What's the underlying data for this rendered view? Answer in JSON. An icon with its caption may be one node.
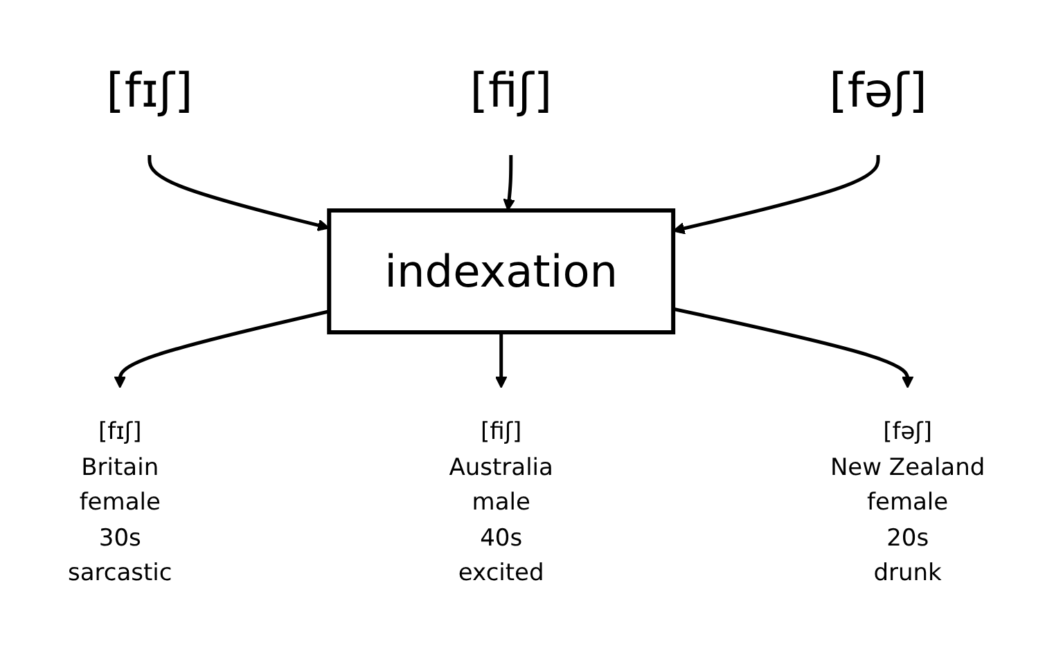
{
  "diagram": {
    "nodes": [
      {
        "text": [
          "[fɪʃ]"
        ]
      },
      {
        "text": [
          "[fiʃ]"
        ]
      },
      {
        "text": [
          "[fəʃ]"
        ]
      },
      {
        "text": [
          "indexation"
        ]
      },
      {
        "text": [
          "[fɪʃ]",
          "Britain",
          "female",
          "30s",
          "sarcastic"
        ]
      },
      {
        "text": [
          "[fiʃ]",
          "Australia",
          "male",
          "40s",
          "excited"
        ]
      },
      {
        "text": [
          "[fəʃ]",
          "New Zealand",
          "female",
          "20s",
          "drunk"
        ]
      }
    ],
    "edges": [
      {
        "from": 0,
        "to": 3,
        "arrow": "to"
      },
      {
        "from": 1,
        "to": 3,
        "arrow": "to"
      },
      {
        "from": 2,
        "to": 3,
        "arrow": "to"
      },
      {
        "from": 3,
        "to": 4,
        "arrow": "to"
      },
      {
        "from": 3,
        "to": 5,
        "arrow": "to"
      },
      {
        "from": 3,
        "to": 6,
        "arrow": "to"
      }
    ]
  }
}
